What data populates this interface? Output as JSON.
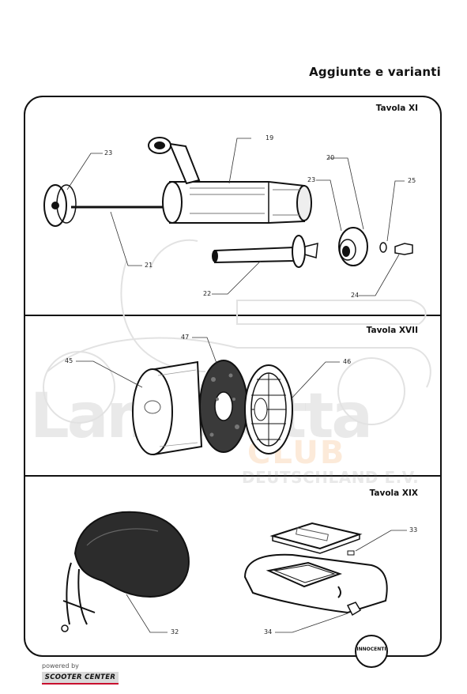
{
  "page": {
    "title": "Aggiunte e varianti",
    "powered_by": "powered by",
    "sponsor": "SCOOTER CENTER",
    "brand_logo_text": "INNOCENTI"
  },
  "watermark": {
    "main": "Lambretta",
    "club": "CLUB",
    "country": "DEUTSCHLAND E.V."
  },
  "plates": [
    {
      "label": "Tavola XI",
      "callouts": [
        "19",
        "20",
        "21",
        "22",
        "23",
        "23",
        "24",
        "25"
      ]
    },
    {
      "label": "Tavola XVII",
      "callouts": [
        "45",
        "46",
        "47"
      ]
    },
    {
      "label": "Tavola XIX",
      "callouts": [
        "32",
        "33",
        "34"
      ]
    }
  ]
}
